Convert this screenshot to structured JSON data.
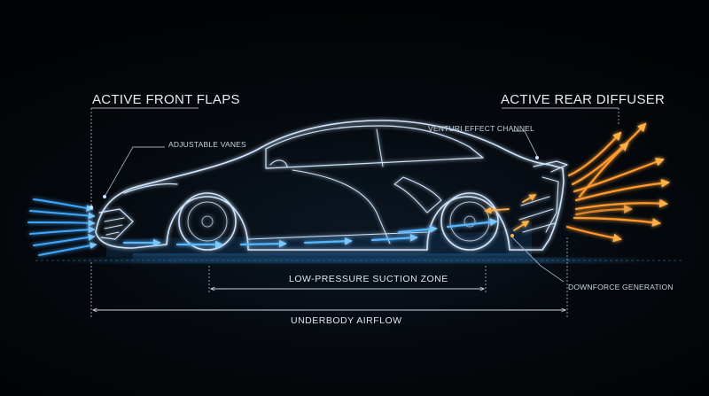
{
  "labels": {
    "active_front_flaps": "ACTIVE FRONT FLAPS",
    "adjustable_vanes": "ADJUSTABLE VANES",
    "active_rear_diffuser": "ACTIVE REAR DIFFUSER",
    "venturi_effect_channel": "VENTURI EFFECT CHANNEL",
    "low_pressure_suction_zone": "LOW-PRESSURE SUCTION ZONE",
    "downforce_generation": "DOWNFORCE GENERATION",
    "underbody_airflow": "UNDERBODY AIRFLOW"
  },
  "colors": {
    "background": "#030507",
    "car_outline": "#cfe6ff",
    "airflow_cool": "#3fa9ff",
    "airflow_hot": "#ff9a2e",
    "suction_zone": "#1f6fb5"
  }
}
